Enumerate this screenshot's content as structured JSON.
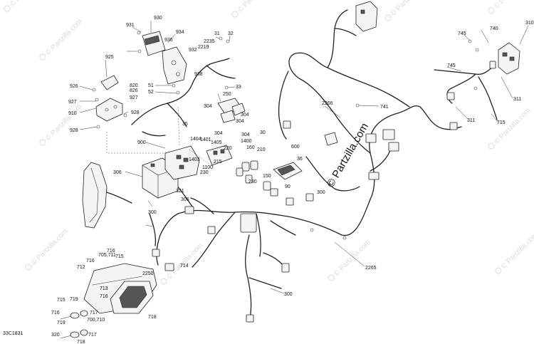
{
  "diagram": {
    "reference_code": "33C1831",
    "brand_watermark": "© Partzilla.com",
    "part_labels": [
      "930",
      "931",
      "934",
      "936",
      "31",
      "32",
      "2235",
      "2219",
      "932",
      "938",
      "925",
      "926",
      "820",
      "826",
      "927",
      "927",
      "910",
      "928",
      "928",
      "51",
      "52",
      "33",
      "250",
      "304",
      "304",
      "304",
      "304",
      "304",
      "30",
      "35",
      "1404",
      "1401",
      "1405",
      "1400",
      "220",
      "160",
      "210",
      "600",
      "36",
      "1403",
      "1100",
      "230",
      "215",
      "150",
      "230",
      "90",
      "300",
      "900",
      "306",
      "321",
      "306",
      "300",
      "2265",
      "2266",
      "741",
      "745",
      "740",
      "310",
      "745",
      "311",
      "311",
      "715",
      "716",
      "705,711",
      "715",
      "716",
      "712",
      "2250",
      "714",
      "713",
      "716",
      "715",
      "719",
      "717",
      "700,710",
      "718",
      "716",
      "719",
      "717",
      "718",
      "320",
      "300"
    ]
  }
}
